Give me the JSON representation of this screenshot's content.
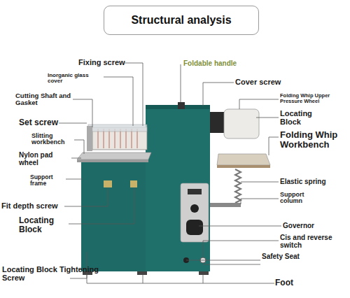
{
  "diagram": {
    "title": "Structural analysis",
    "labels": [
      "Fixing screw",
      "Foldable handle",
      "Inorganic glass cover",
      "Cover screw",
      "Cutting Shaft and Gasket",
      "Folding Whip Upper Pressure Wheel",
      "Locating Block",
      "Set screw",
      "Folding Whip Workbench",
      "Slitting workbench",
      "Nylon pad wheel",
      "Support frame",
      "Elastic spring",
      "Support column",
      "Fit depth screw",
      "Governor",
      "Locating Block",
      "Cis and reverse switch",
      "Safety Seat",
      "Locating Block Tightening Screw",
      "Foot"
    ]
  }
}
